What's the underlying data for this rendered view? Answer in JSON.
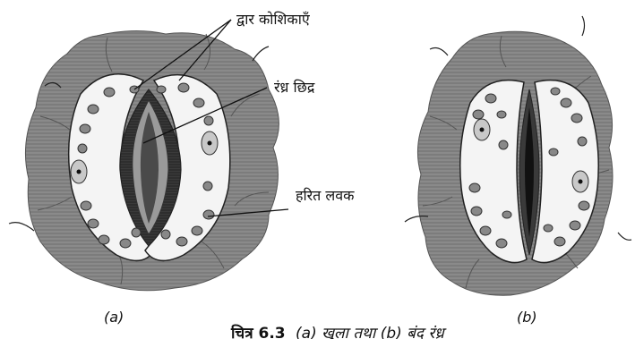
{
  "labels": {
    "guard_cells": "द्वार कोशिकाएँ",
    "stomatal_pore": "रंध्र छिद्र",
    "chloroplast": "हरित लवक"
  },
  "panels": {
    "a": "(a)",
    "b": "(b)"
  },
  "caption": {
    "figure_no": "चित्र 6.3",
    "text": "(a) खुला तथा (b) बंद रंध्र"
  }
}
